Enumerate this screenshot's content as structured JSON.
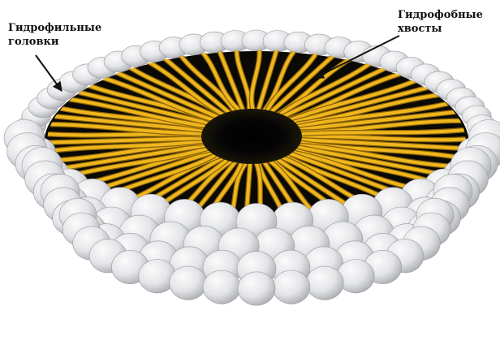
{
  "labels": {
    "hydrophilic_heads": {
      "line1": "Гидрофильные",
      "line2": "головки"
    },
    "hydrophobic_tails": {
      "line1": "Гидрофобные",
      "line2": "хвосты"
    }
  },
  "colors": {
    "background": "#ffffff",
    "head_light": "#fbfbfb",
    "head_dark": "#a9abaf",
    "tail_main": "#efb61d",
    "tail_shadow": "#8a6208",
    "core": "#000000",
    "text": "#111111"
  }
}
